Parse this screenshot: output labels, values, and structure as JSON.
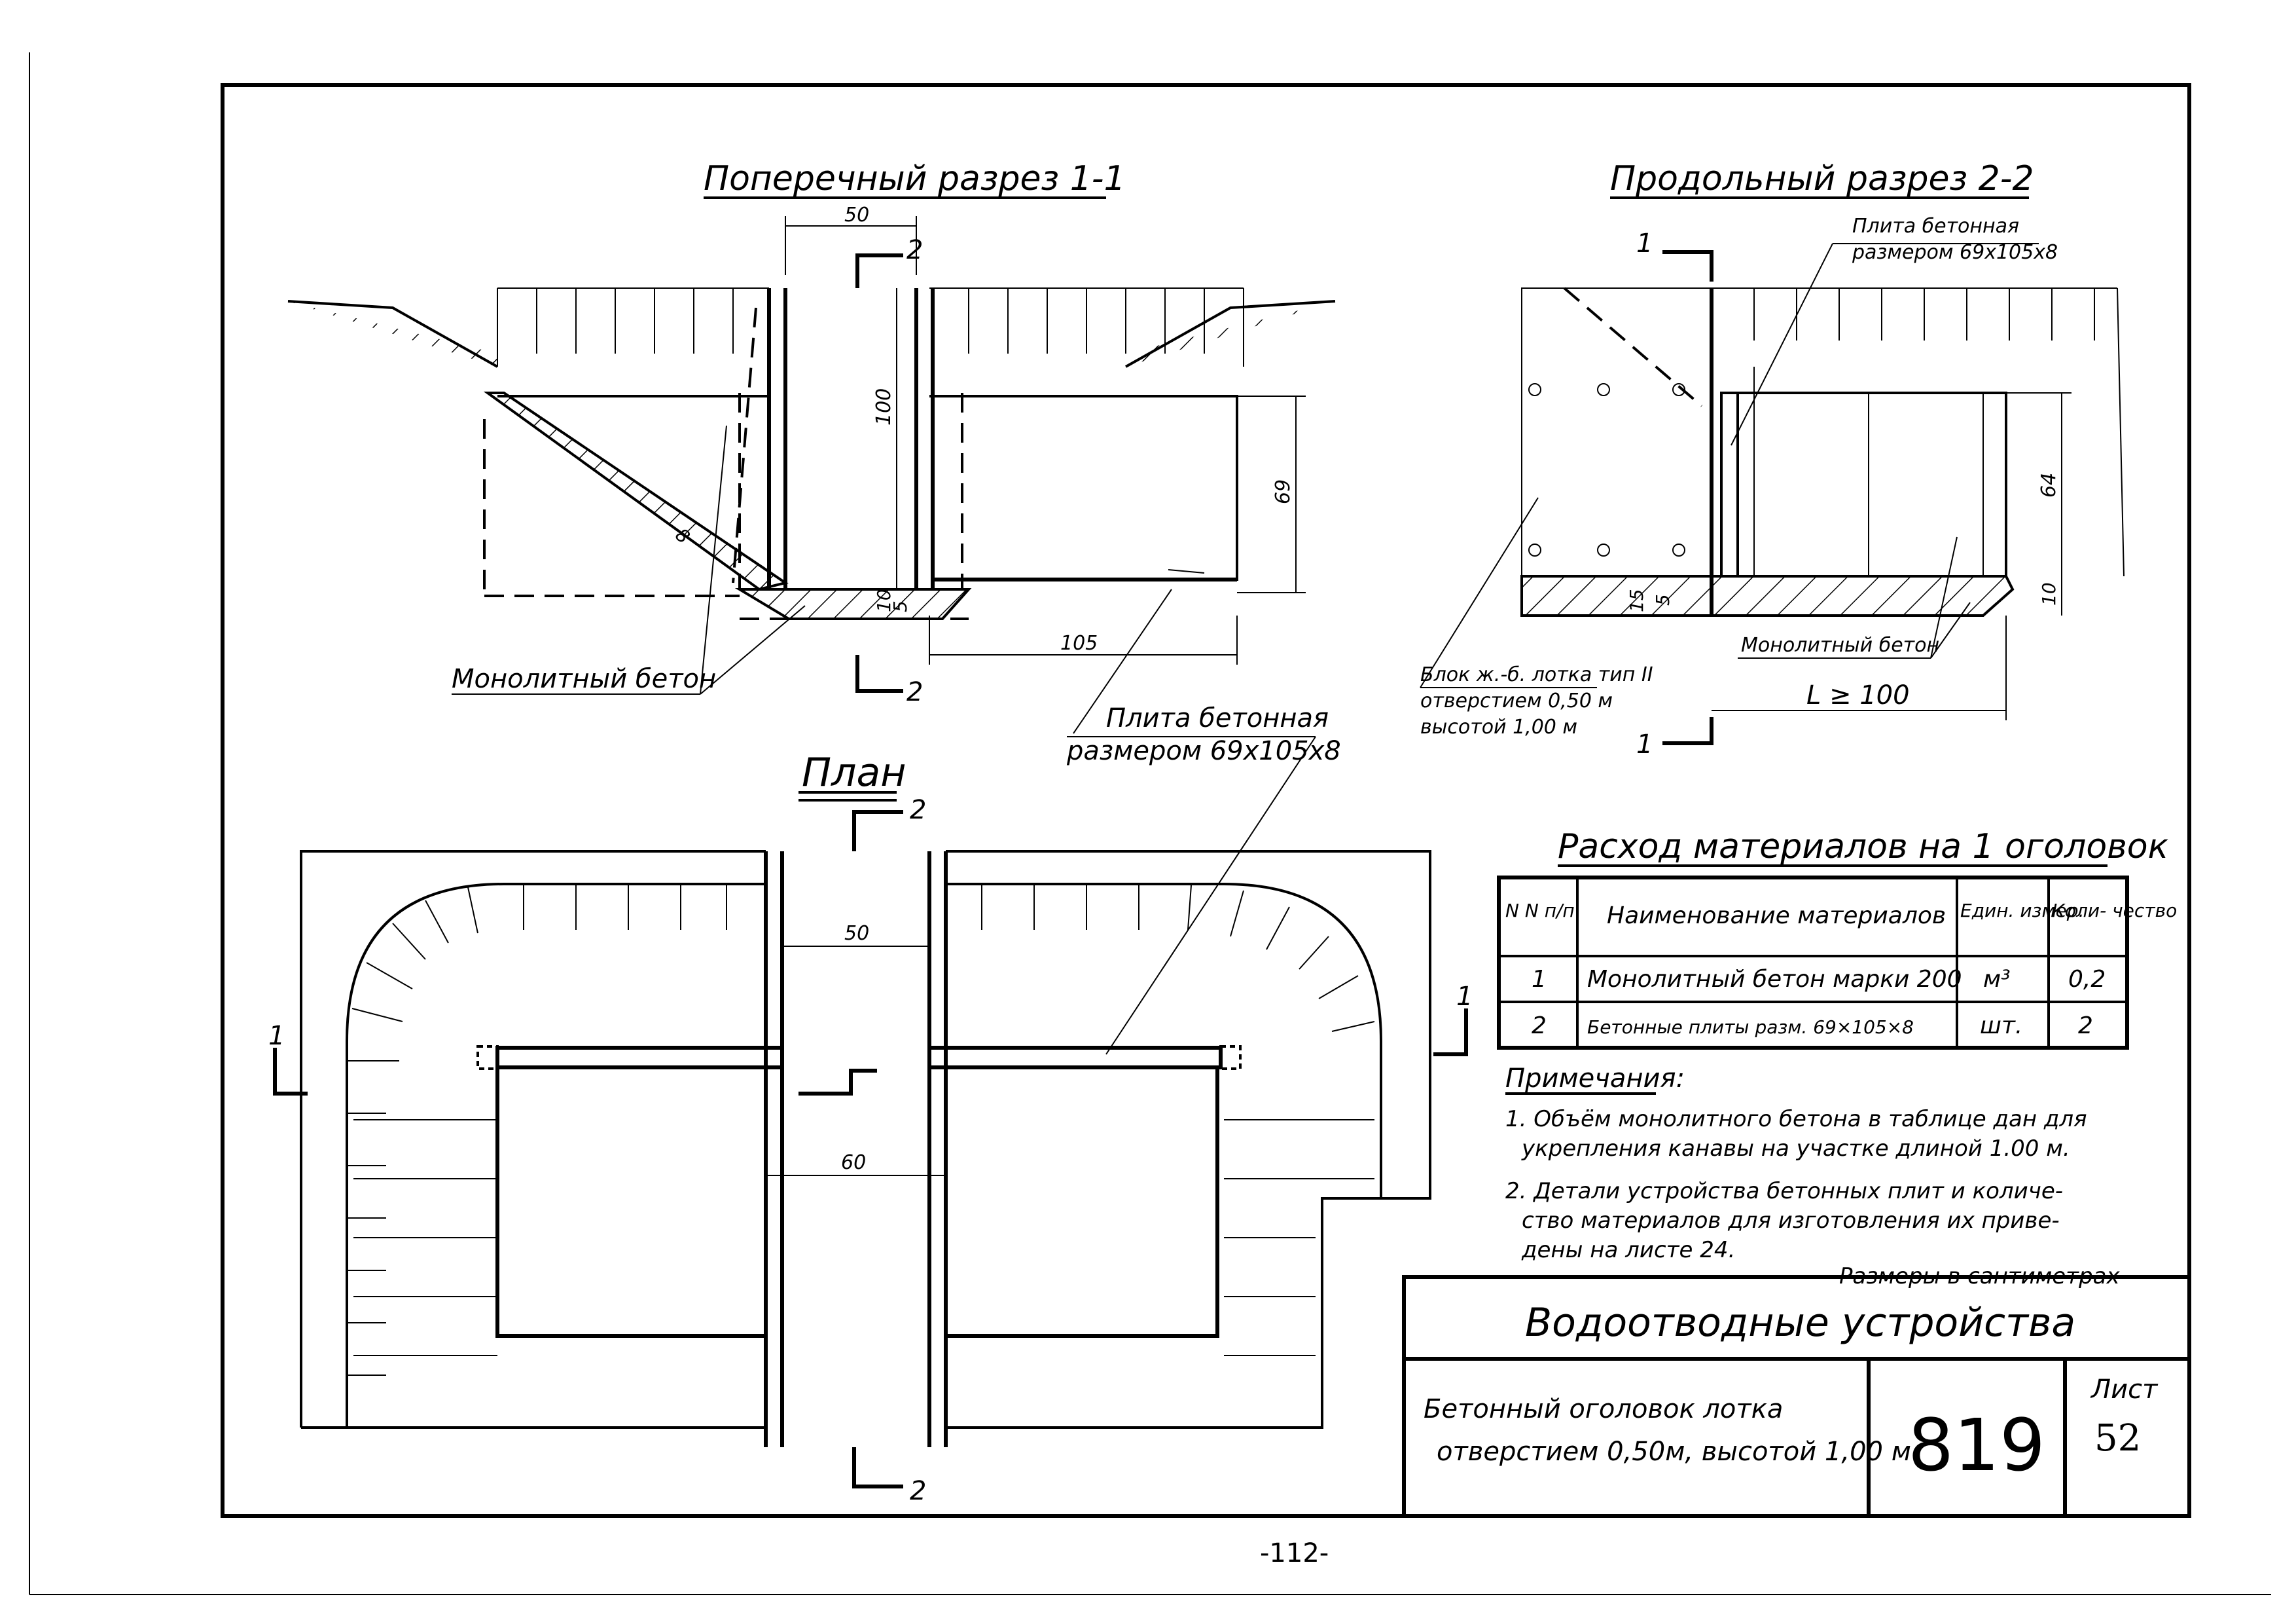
{
  "sections": {
    "cross": {
      "title": "Поперечный разрез 1-1",
      "dim_width": "50",
      "dim_height": "100",
      "dim_plate_height": "69",
      "dim_plate_width": "105",
      "dim_slab": "8",
      "dim_bottom": "10",
      "dim_bottom2": "5",
      "cut_mark": "2",
      "label_concrete": "Монолитный бетон"
    },
    "longitudinal": {
      "title": "Продольный разрез 2-2",
      "plate_label_1": "Плита бетонная",
      "plate_label_2": "размером 69х105х8",
      "dim_height": "64",
      "dim_bottom": "10",
      "dim_15": "15",
      "dim_5": "5",
      "dim_length": "L ≥ 100",
      "label_concrete": "Монолитный бетон",
      "cut_mark": "1",
      "block_line1": "Блок ж.-б. лотка тип II",
      "block_line2": "отверстием 0,50 м",
      "block_line3": "высотой 1,00 м"
    },
    "plan": {
      "title": "План",
      "dim_50": "50",
      "dim_60": "60",
      "cut_mark_1": "1",
      "cut_mark_2": "2"
    },
    "plate_callout": {
      "line1": "Плита бетонная",
      "line2": "размером 69х105х8"
    }
  },
  "materials": {
    "title": "Расход материалов на 1 оголовок",
    "headers": {
      "num": "N N п/п",
      "name": "Наименование материалов",
      "unit": "Един. измер.",
      "qty": "Коли- чество"
    },
    "rows": [
      {
        "num": "1",
        "name": "Монолитный бетон марки 200",
        "unit": "м³",
        "qty": "0,2"
      },
      {
        "num": "2",
        "name": "Бетонные плиты разм. 69×105×8",
        "unit": "шт.",
        "qty": "2"
      }
    ]
  },
  "notes": {
    "heading": "Примечания:",
    "n1_l1": "1. Объём монолитного бетона в таблице дан для",
    "n1_l2": "укрепления канавы на участке длиной 1.00 м.",
    "n2_l1": "2. Детали устройства бетонных плит и количе-",
    "n2_l2": "ство материалов для изготовления их приве-",
    "n2_l3": "дены на листе 24.",
    "units": "Размеры в сантиметрах"
  },
  "stamp": {
    "project": "Водоотводные устройства",
    "desc_l1": "Бетонный оголовок лотка",
    "desc_l2": "отверстием 0,50м, высотой 1,00 м",
    "code": "819",
    "sheet_label": "Лист",
    "sheet_no": "52"
  },
  "page_number": "-112-"
}
